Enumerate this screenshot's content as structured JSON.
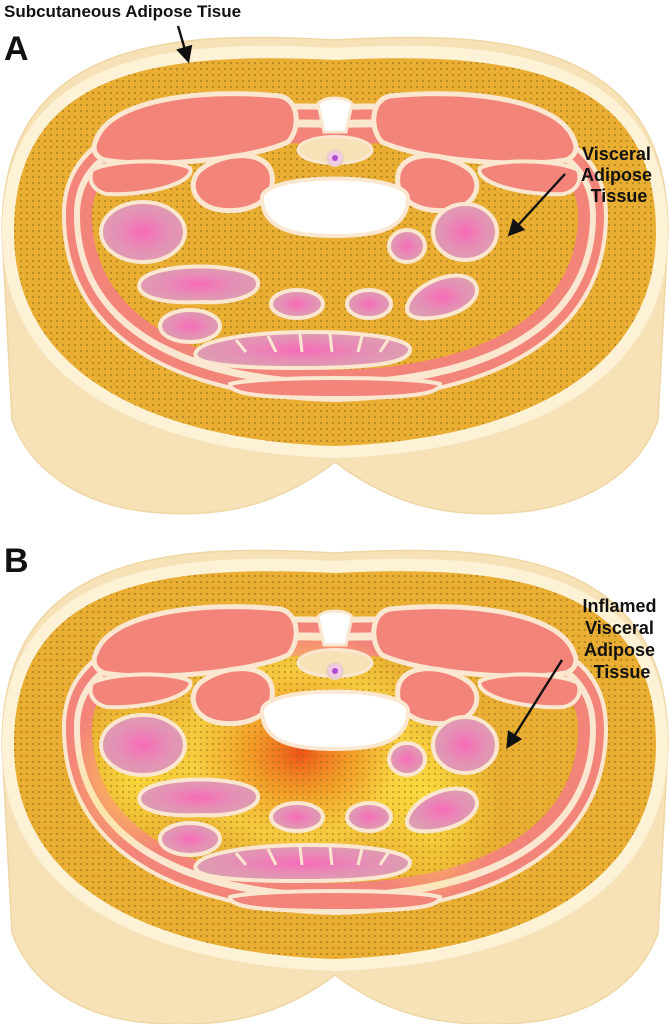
{
  "panels": [
    {
      "letter": "A",
      "label_lines": [
        "Visceral",
        "Adipose",
        "Tissue"
      ],
      "inflamed": false
    },
    {
      "letter": "B",
      "label_lines": [
        "Inflamed",
        "Visceral",
        "Adipose",
        "Tissue"
      ],
      "inflamed": true
    }
  ],
  "top_label": "Subcutaneous Adipose Tisue",
  "colors": {
    "skin": "#f7e2b8",
    "skin_rim": "#fdf1d6",
    "fat": "#e9ae32",
    "fat_dots": "#8a6a1a",
    "muscle": "#f3847a",
    "muscle_outline": "#fbe6cf",
    "organ": "#dc9aa6",
    "organ_core": "#f174b6",
    "bone": "#ffffff",
    "inflammation_hot": "#ef5a1e",
    "inflammation_glow": "#ffe14a"
  }
}
